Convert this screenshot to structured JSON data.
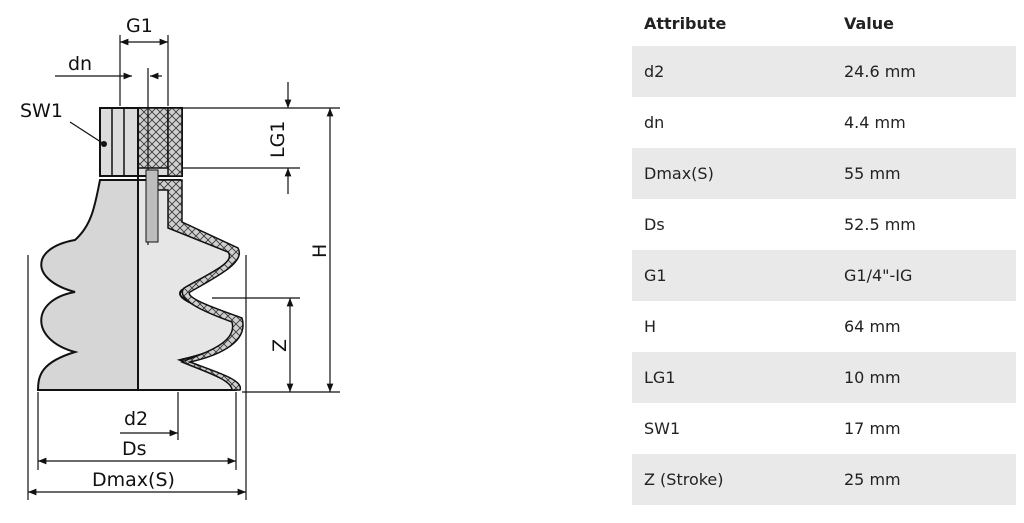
{
  "drawing": {
    "labels": {
      "g1": "G1",
      "dn": "dn",
      "sw1": "SW1",
      "lg1": "LG1",
      "h": "H",
      "z": "Z",
      "d2": "d2",
      "ds": "Ds",
      "dmax": "Dmax(S)"
    }
  },
  "table": {
    "headers": [
      "Attribute",
      "Value"
    ],
    "rows": [
      {
        "attribute": "d2",
        "value": "24.6 mm"
      },
      {
        "attribute": "dn",
        "value": "4.4 mm"
      },
      {
        "attribute": "Dmax(S)",
        "value": "55 mm"
      },
      {
        "attribute": "Ds",
        "value": "52.5 mm"
      },
      {
        "attribute": "G1",
        "value": "G1/4\"-IG"
      },
      {
        "attribute": "H",
        "value": "64 mm"
      },
      {
        "attribute": "LG1",
        "value": "10 mm"
      },
      {
        "attribute": "SW1",
        "value": "17 mm"
      },
      {
        "attribute": "Z (Stroke)",
        "value": "25 mm"
      }
    ]
  },
  "colors": {
    "row_shade": "#e9e9e9",
    "body_gray": "#d6d6d6",
    "line": "#111111"
  }
}
